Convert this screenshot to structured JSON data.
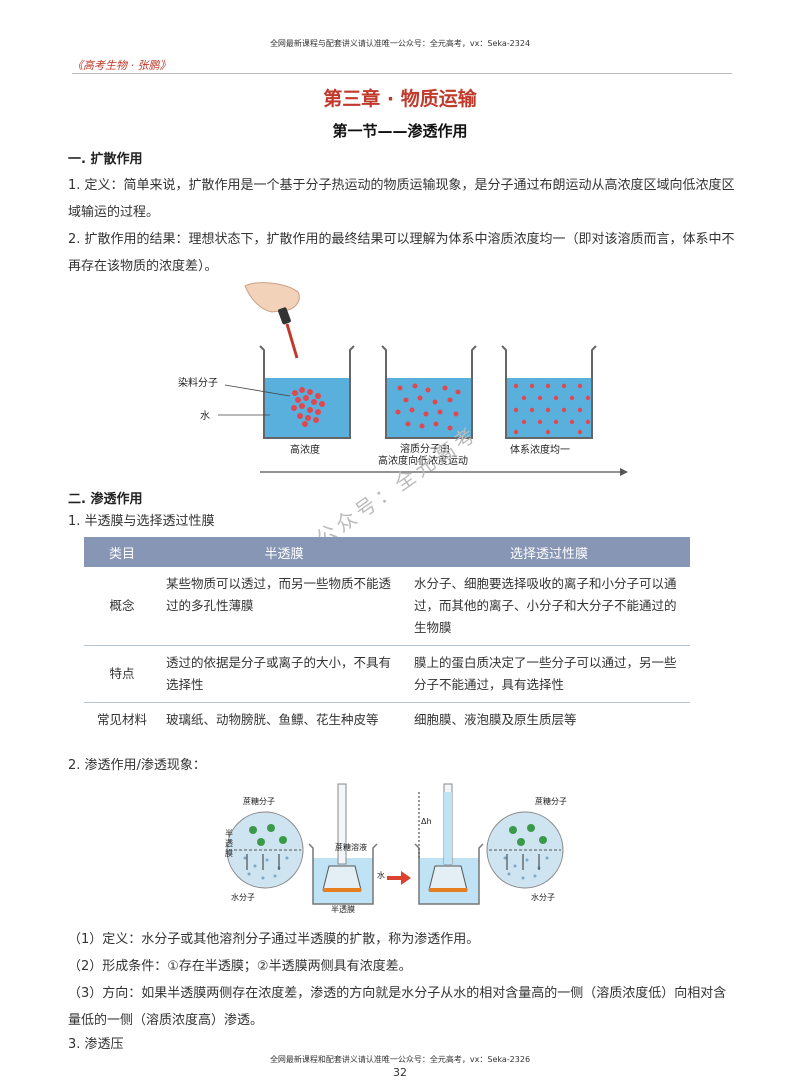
{
  "header": {
    "top_note": "全网最新课程与配套讲义请认准唯一公众号：全元高考，vx：Seka-2324",
    "series": "《高考生物 · 张鹏》"
  },
  "chapter_title": "第三章 · 物质运输",
  "section_title": "第一节——渗透作用",
  "diffusion": {
    "heading": "一. 扩散作用",
    "p1": "1. 定义：简单来说，扩散作用是一个基于分子热运动的物质运输现象，是分子通过布朗运动从高浓度区域向低浓度区域输运的过程。",
    "p2": "2. 扩散作用的结果：理想状态下，扩散作用的最终结果可以理解为体系中溶质浓度均一（即对该溶质而言，体系中不再存在该物质的浓度差）。",
    "figure": {
      "label_dye": "染料分子",
      "label_water": "水",
      "beaker1": "高浓度",
      "beaker2_l1": "溶质分子由",
      "beaker2_l2": "高浓度向低浓度运动",
      "beaker3": "体系浓度均一"
    }
  },
  "watermark": "公众号：全元高考",
  "osmosis": {
    "heading": "二. 渗透作用",
    "sub1": "1. 半透膜与选择透过性膜",
    "table": {
      "headers": [
        "类目",
        "半透膜",
        "选择透过性膜"
      ],
      "rows": [
        [
          "概念",
          "某些物质可以透过，而另一些物质不能透过的多孔性薄膜",
          "水分子、细胞要选择吸收的离子和小分子可以通过，而其他的离子、小分子和大分子不能通过的生物膜"
        ],
        [
          "特点",
          "透过的依据是分子或离子的大小，不具有选择性",
          "膜上的蛋白质决定了一些分子可以通过，另一些分子不能通过，具有选择性"
        ],
        [
          "常见材料",
          "玻璃纸、动物膀胱、鱼鳔、花生种皮等",
          "细胞膜、液泡膜及原生质层等"
        ]
      ]
    },
    "sub2": "2. 渗透作用/渗透现象：",
    "figure": {
      "sucrose_left": "蔗糖分子",
      "membrane_vertical": [
        "半",
        "透",
        "膜"
      ],
      "water_left": "水分子",
      "sucrose_solution": "蔗糖溶液",
      "water": "水",
      "membrane": "半透膜",
      "delta_h": "Δh",
      "sucrose_right": "蔗糖分子",
      "water_right": "水分子"
    },
    "def": "（1）定义：水分子或其他溶剂分子通过半透膜的扩散，称为渗透作用。",
    "cond": "（2）形成条件：①存在半透膜；②半透膜两侧具有浓度差。",
    "dir": "（3）方向：如果半透膜两侧存在浓度差，渗透的方向就是水分子从水的相对含量高的一侧（溶质浓度低）向相对含量低的一侧（溶质浓度高）渗透。",
    "sub3": "3. 渗透压"
  },
  "footer": {
    "note": "全网最新课程和配套讲义请认准唯一公众号：全元高考，vx：Seka-2326",
    "page": "32"
  },
  "colors": {
    "accent_red": "#c0392b",
    "table_header": "#8796b4",
    "water_blue": "#5ab0dc"
  }
}
